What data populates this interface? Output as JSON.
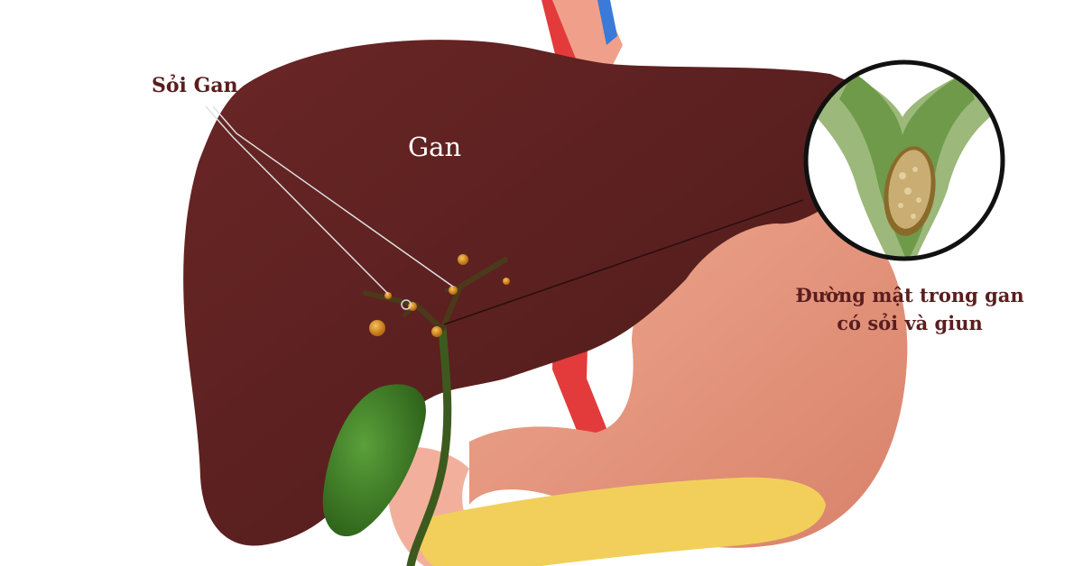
{
  "labels": {
    "gallstones": "Sỏi Gan",
    "liver": "Gan",
    "inset_caption_line1": "Đường mật trong gan",
    "inset_caption_line2": "có sỏi và giun"
  },
  "colors": {
    "liver": "#5c2020",
    "stomach": "#e89a84",
    "gallbladder": "#3f7a24",
    "pancreas": "#f2cf5a",
    "artery": "#e03a3a",
    "stones": "#d98a1c",
    "label_text": "#5a1e1e"
  }
}
